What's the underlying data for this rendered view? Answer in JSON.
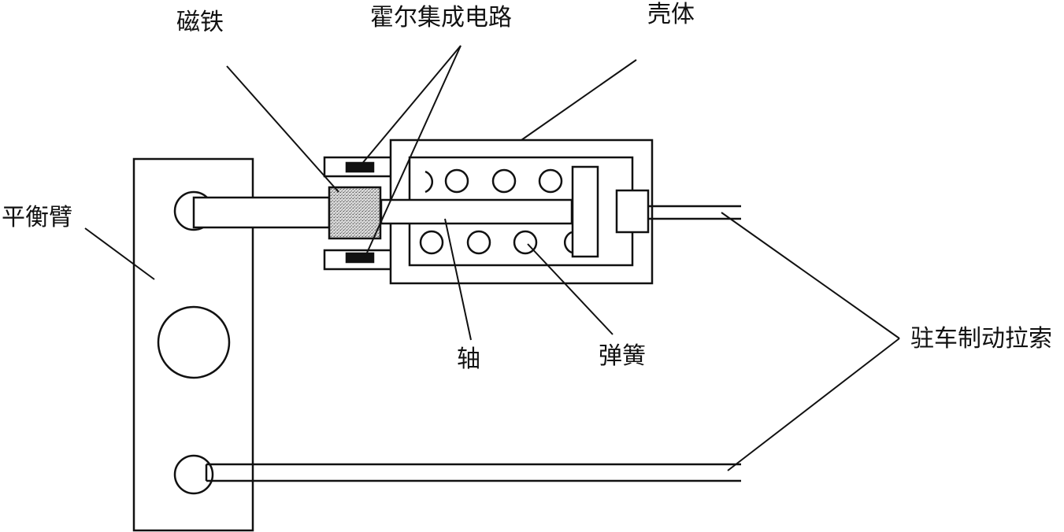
{
  "labels": {
    "magnet": "磁铁",
    "hall_ic": "霍尔集成电路",
    "housing": "壳体",
    "balance_arm": "平衡臂",
    "shaft": "轴",
    "spring": "弹簧",
    "parking_brake_cable": "驻车制动拉索"
  },
  "colors": {
    "stroke": "#111111",
    "magnet_fill": "#c9c9c9",
    "background": "#ffffff"
  }
}
